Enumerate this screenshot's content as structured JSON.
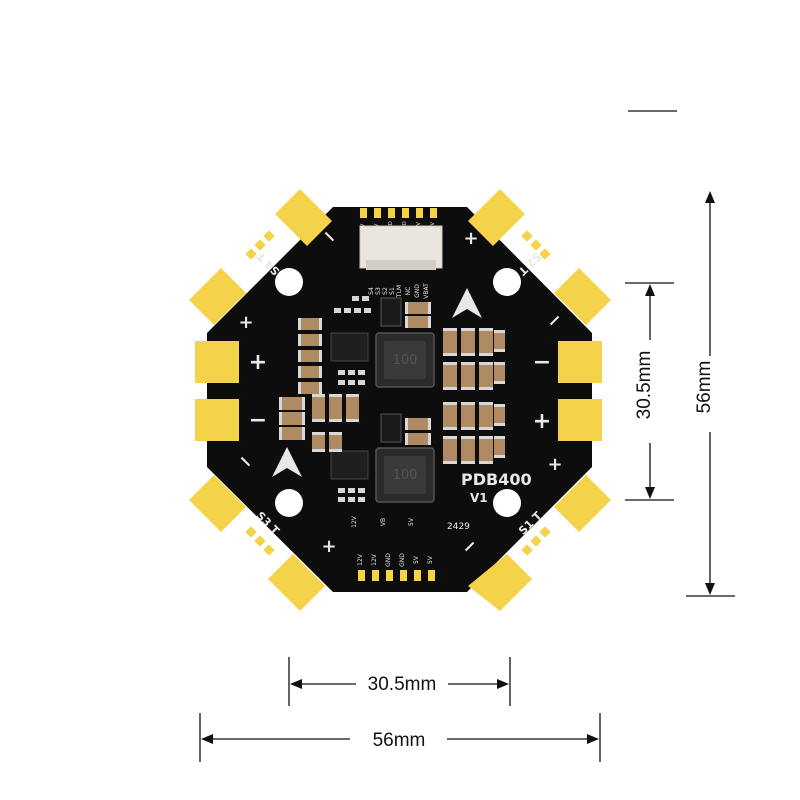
{
  "dimensions": {
    "width_outer": "56mm",
    "width_mount": "30.5mm",
    "height_outer": "56mm",
    "height_mount": "30.5mm"
  },
  "board": {
    "model": "PDB400",
    "version": "V1",
    "date_code": "2429",
    "top_connector_pins": [
      "5V",
      "S4",
      "S3",
      "S2",
      "S1",
      "TLM",
      "NC",
      "GND",
      "VBAT",
      "12V"
    ],
    "top_pin_labels": [
      "5V",
      "5V",
      "GND",
      "GND",
      "12V",
      "12V"
    ],
    "bottom_pin_labels": [
      "12V",
      "12V",
      "GND",
      "GND",
      "5V",
      "5V"
    ],
    "bottom_group_labels": [
      "12V",
      "VB",
      "5V"
    ],
    "motor_labels": [
      "S4 T",
      "S2 T",
      "S3 T",
      "S1 T"
    ],
    "polarity_plus": "+",
    "polarity_minus": "−",
    "inductor_marks": [
      "100",
      "100"
    ],
    "colors": {
      "board": "#0d0d0d",
      "pad": "#f4d24a",
      "silkscreen": "#e8e8e8",
      "capacitor": "#b08a63",
      "dimension_line": "#111111"
    }
  }
}
